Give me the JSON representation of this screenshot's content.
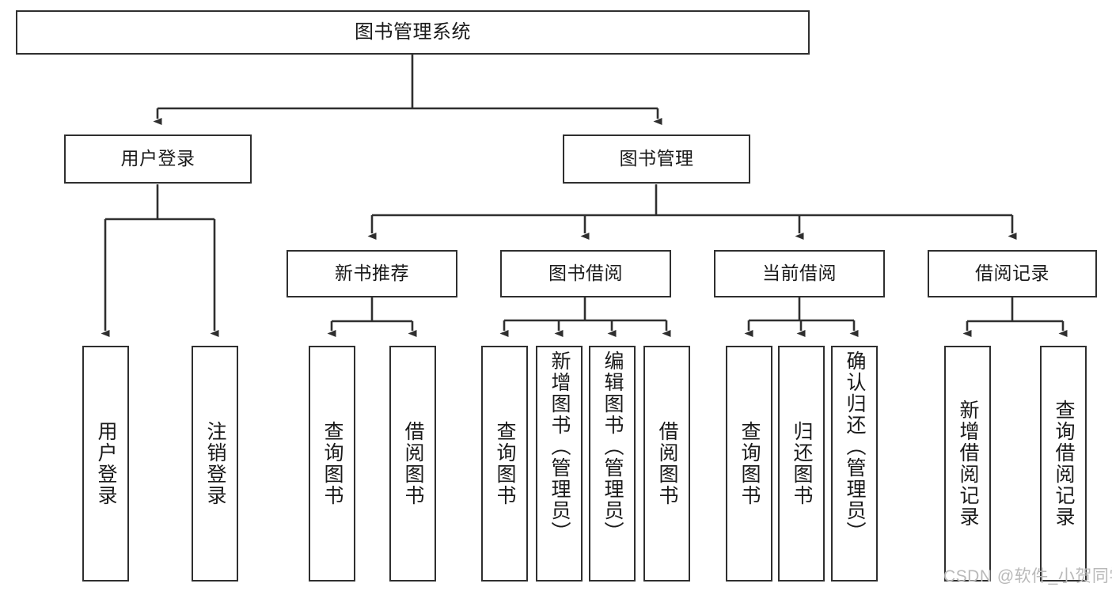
{
  "diagram": {
    "type": "tree",
    "title": "图书管理系统",
    "theme": {
      "background": "#ffffff",
      "node_border": "#2f2f2f",
      "node_fill": "#ffffff",
      "text": "#1a1a1a",
      "edge": "#2f2f2f",
      "watermark": "#b9b9b9"
    },
    "levels": {
      "level1": [
        "图书管理系统"
      ],
      "level2": [
        "用户登录",
        "图书管理"
      ],
      "level3": [
        "新书推荐",
        "图书借阅",
        "当前借阅",
        "借阅记录"
      ],
      "level4": [
        "用户登录",
        "注销登录",
        "查询图书",
        "借阅图书",
        "查询图书",
        "新增图书（管理员）",
        "编辑图书（管理员）",
        "借阅图书",
        "查询图书",
        "归还图书",
        "确认归还（管理员）",
        "新增借阅记录",
        "查询借阅记录"
      ]
    },
    "nodes": {
      "root": {
        "label": "图书管理系统"
      },
      "user_login": {
        "label": "用户登录"
      },
      "book_manage": {
        "label": "图书管理"
      },
      "new_book_rec": {
        "label": "新书推荐"
      },
      "book_borrow": {
        "label": "图书借阅"
      },
      "current_borrow": {
        "label": "当前借阅"
      },
      "borrow_record": {
        "label": "借阅记录"
      },
      "leaf_user_login": {
        "label": "用户登录"
      },
      "leaf_logout": {
        "label": "注销登录"
      },
      "leaf_query_book_1": {
        "label": "查询图书"
      },
      "leaf_borrow_book_1": {
        "label": "借阅图书"
      },
      "leaf_query_book_2": {
        "label": "查询图书"
      },
      "leaf_add_book_admin": {
        "label": "新增图书（管理员）"
      },
      "leaf_edit_book_admin": {
        "label": "编辑图书（管理员）"
      },
      "leaf_borrow_book_2": {
        "label": "借阅图书"
      },
      "leaf_query_book_3": {
        "label": "查询图书"
      },
      "leaf_return_book": {
        "label": "归还图书"
      },
      "leaf_confirm_return_admin": {
        "label": "确认归还（管理员）"
      },
      "leaf_add_record": {
        "label": "新增借阅记录"
      },
      "leaf_query_record": {
        "label": "查询借阅记录"
      }
    },
    "edges": [
      {
        "from": "图书管理系统",
        "to": "用户登录"
      },
      {
        "from": "图书管理系统",
        "to": "图书管理"
      },
      {
        "from": "用户登录",
        "to": "用户登录"
      },
      {
        "from": "用户登录",
        "to": "注销登录"
      },
      {
        "from": "图书管理",
        "to": "新书推荐"
      },
      {
        "from": "图书管理",
        "to": "图书借阅"
      },
      {
        "from": "图书管理",
        "to": "当前借阅"
      },
      {
        "from": "图书管理",
        "to": "借阅记录"
      },
      {
        "from": "新书推荐",
        "to": "查询图书"
      },
      {
        "from": "新书推荐",
        "to": "借阅图书"
      },
      {
        "from": "图书借阅",
        "to": "查询图书"
      },
      {
        "from": "图书借阅",
        "to": "新增图书（管理员）"
      },
      {
        "from": "图书借阅",
        "to": "编辑图书（管理员）"
      },
      {
        "from": "图书借阅",
        "to": "借阅图书"
      },
      {
        "from": "当前借阅",
        "to": "查询图书"
      },
      {
        "from": "当前借阅",
        "to": "归还图书"
      },
      {
        "from": "当前借阅",
        "to": "确认归还（管理员）"
      },
      {
        "from": "借阅记录",
        "to": "新增借阅记录"
      },
      {
        "from": "借阅记录",
        "to": "查询借阅记录"
      }
    ]
  },
  "watermark": {
    "text": "CSDN @软件_小贺同学"
  }
}
